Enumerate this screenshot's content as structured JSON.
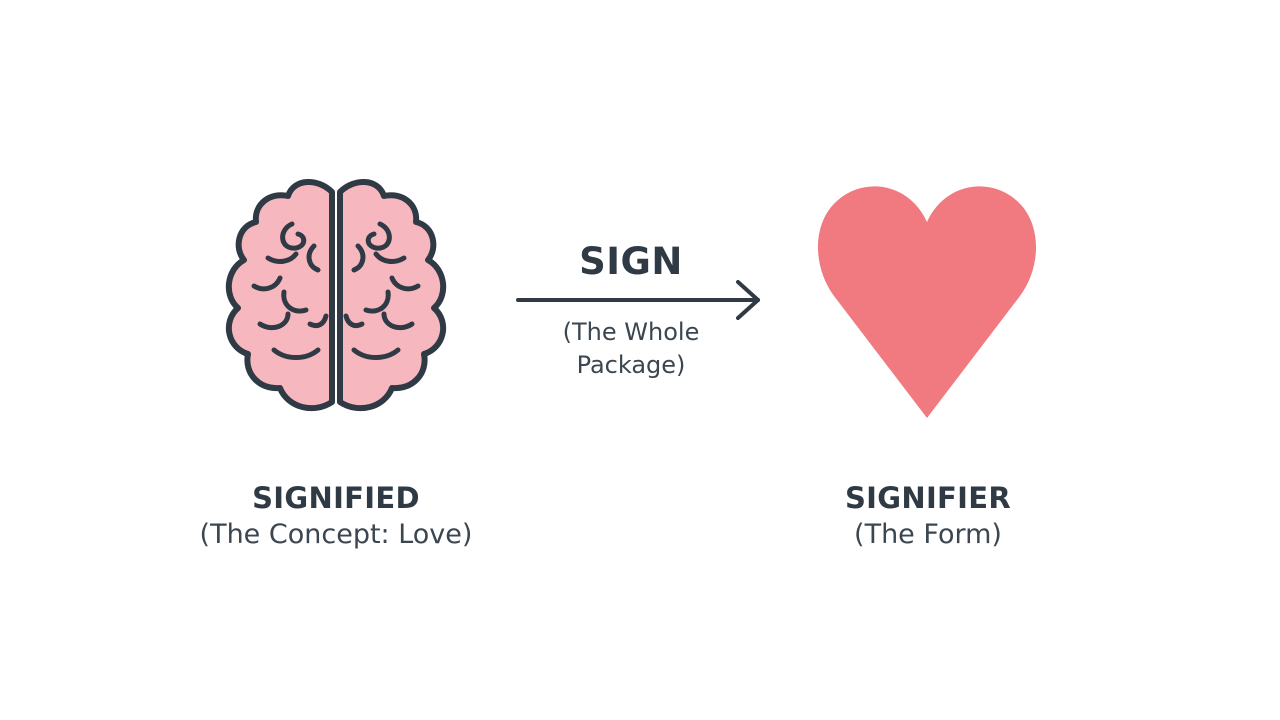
{
  "sign": {
    "title": "SIGN",
    "subtitle_line1": "(The Whole",
    "subtitle_line2": "Package)"
  },
  "signified": {
    "title": "SIGNIFIED",
    "subtitle": "(The Concept: Love)",
    "icon": "brain-icon"
  },
  "signifier": {
    "title": "SIGNIFIER",
    "subtitle": "(The Form)",
    "icon": "heart-icon"
  },
  "colors": {
    "brain_fill": "#f7b7bf",
    "brain_stroke": "#2f3a45",
    "heart_fill": "#f07a80",
    "text": "#2f3a45"
  }
}
